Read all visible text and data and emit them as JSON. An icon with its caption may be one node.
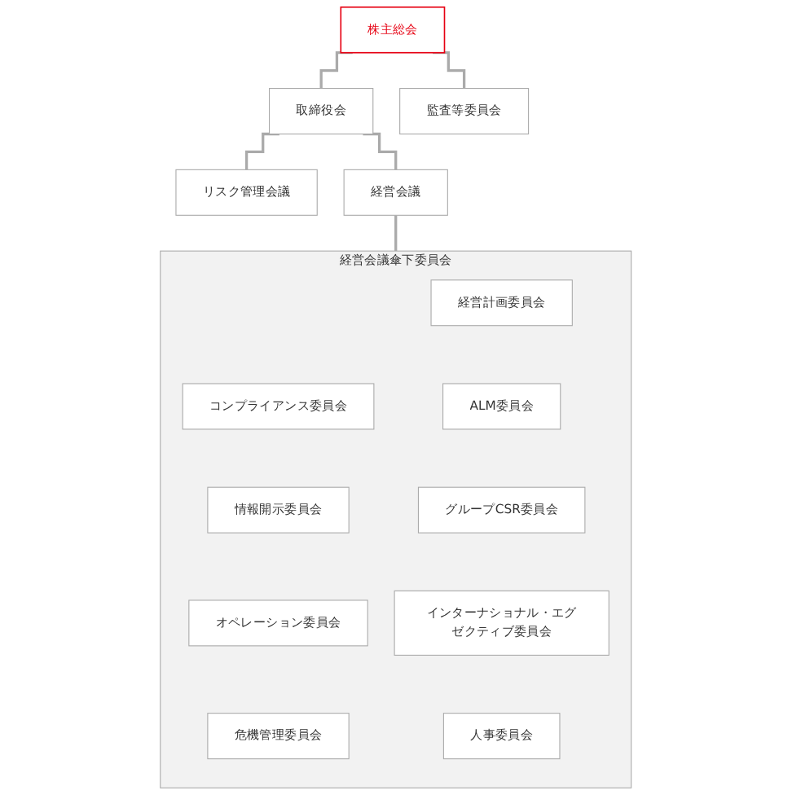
{
  "diagram": {
    "nodes": [
      {
        "text": [
          "株主総会"
        ]
      },
      {
        "text": [
          "取締役会"
        ]
      },
      {
        "text": [
          "監査等委員会"
        ]
      },
      {
        "text": [
          "リスク管理会議"
        ]
      },
      {
        "text": [
          "経営会議"
        ]
      },
      {
        "text": [
          "経営会議傘下委員会"
        ]
      },
      {
        "text": [
          "経営計画委員会"
        ],
        "in": 5
      },
      {
        "text": [
          "コンプライアンス委員会"
        ],
        "in": 5
      },
      {
        "text": [
          "ALM委員会"
        ],
        "in": 5
      },
      {
        "text": [
          "情報開示委員会"
        ],
        "in": 5
      },
      {
        "text": [
          "グループCSR委員会"
        ],
        "in": 5
      },
      {
        "text": [
          "オペレーション委員会"
        ],
        "in": 5
      },
      {
        "text": [
          "インターナショナル・エグゼクティブ委員会"
        ],
        "in": 5
      },
      {
        "text": [
          "危機管理委員会"
        ],
        "in": 5
      },
      {
        "text": [
          "人事委員会"
        ],
        "in": 5
      }
    ],
    "edges": [
      {
        "from": 0,
        "to": 1,
        "arrow": "none"
      },
      {
        "from": 0,
        "to": 2,
        "arrow": "none"
      },
      {
        "from": 1,
        "to": 3,
        "arrow": "none"
      },
      {
        "from": 1,
        "to": 4,
        "arrow": "none"
      },
      {
        "from": 4,
        "to": 5,
        "arrow": "none"
      }
    ]
  }
}
